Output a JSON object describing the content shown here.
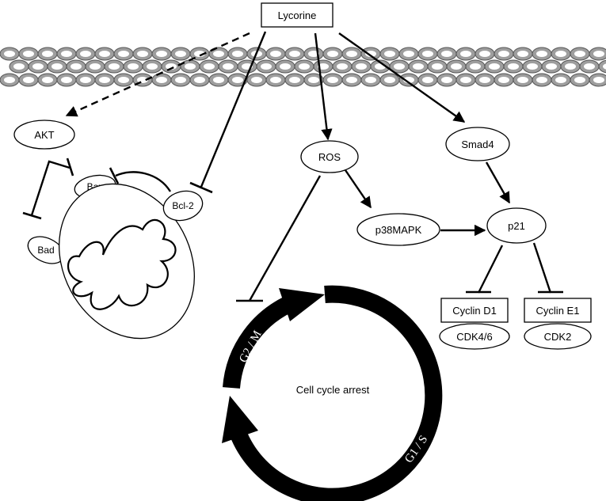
{
  "nodes": {
    "lycorine": "Lycorine",
    "akt": "AKT",
    "bax": "Bax",
    "bad": "Bad",
    "bcl2": "Bcl-2",
    "ros": "ROS",
    "p38mapk": "p38MAPK",
    "smad4": "Smad4",
    "p21": "p21",
    "cyclin_d1": "Cyclin D1",
    "cdk46": "CDK4/6",
    "cyclin_e1": "Cyclin E1",
    "cdk2": "CDK2"
  },
  "cell_cycle": {
    "center_label": "Cell cycle arrest",
    "phase_g2m": "G2 / M",
    "phase_g1s": "G1 / S"
  },
  "colors": {
    "line": "#000000",
    "membrane_fill": "#9e9e9e",
    "background": "#ffffff"
  }
}
